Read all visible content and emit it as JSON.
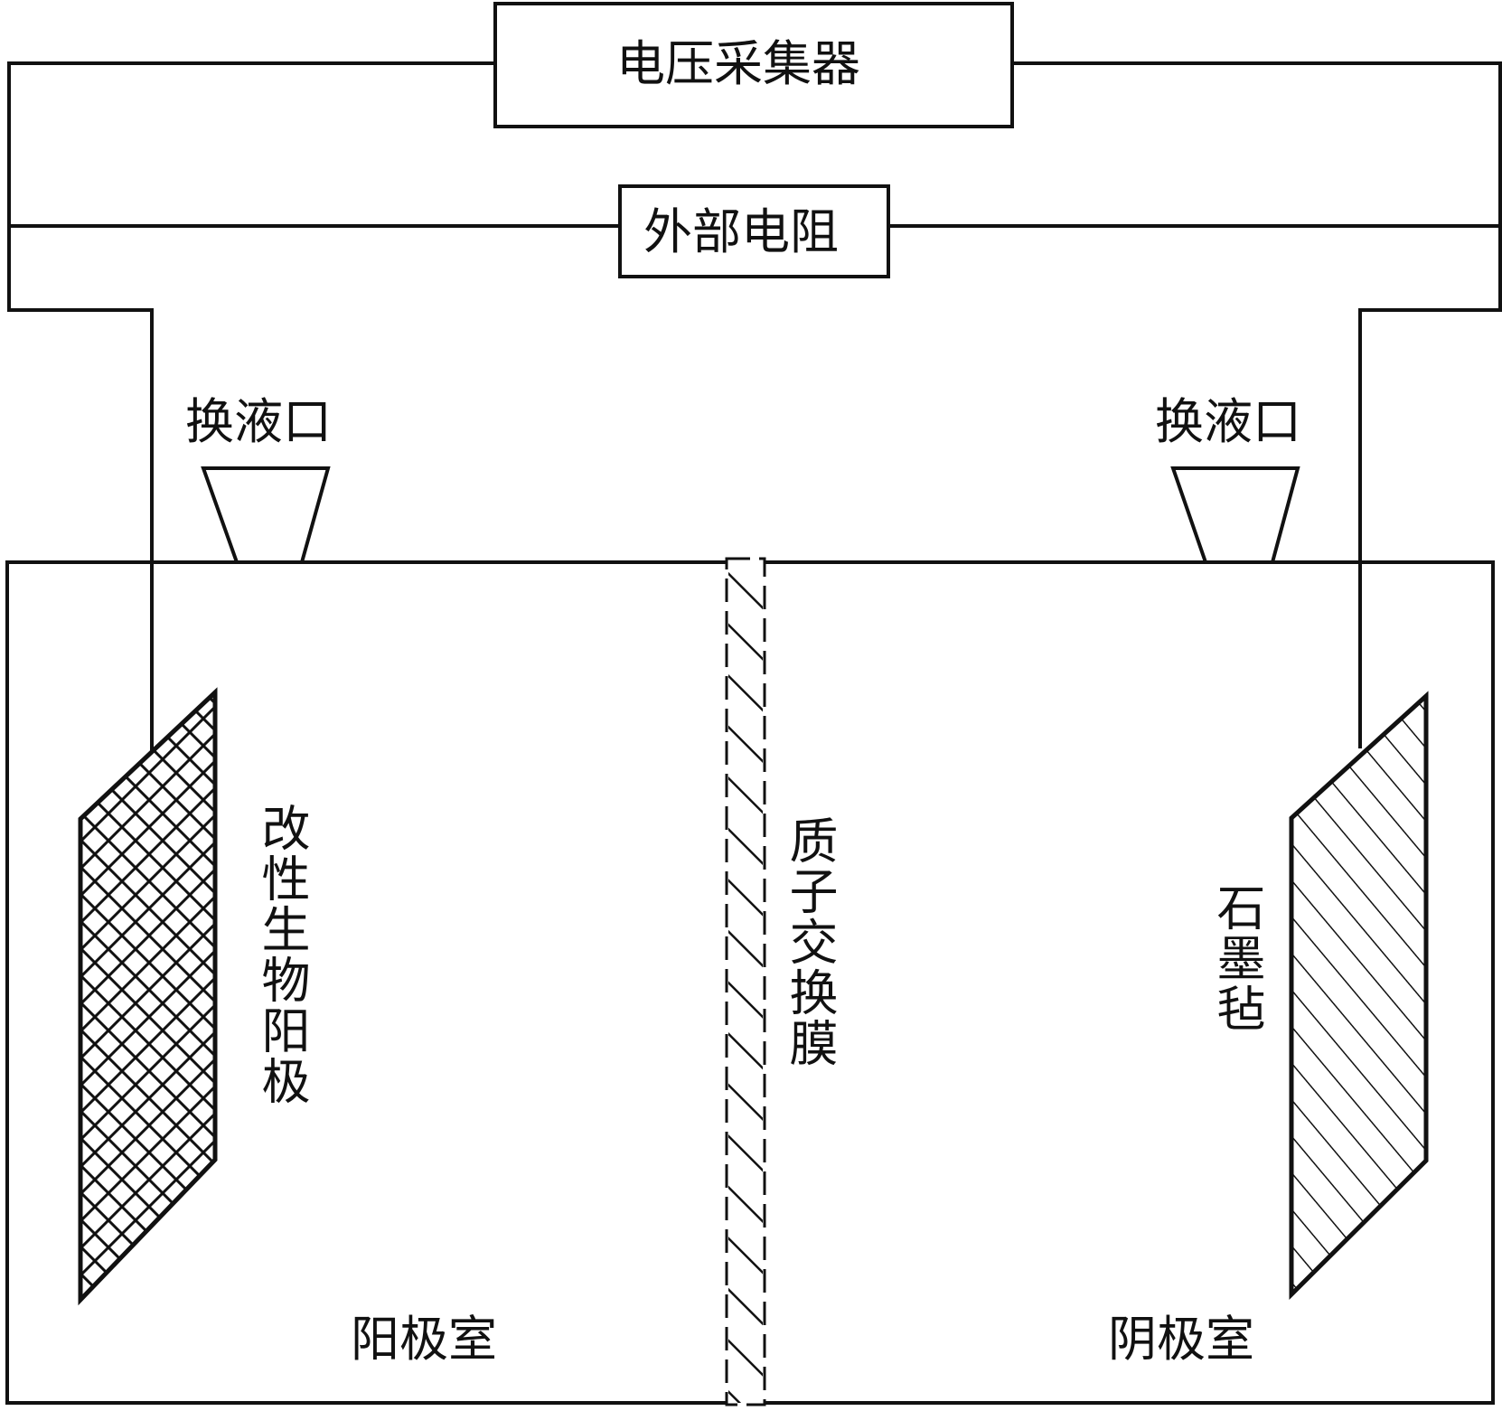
{
  "labels": {
    "voltage_collector": "电压采集器",
    "external_resistor": "外部电阻",
    "left_port": "换液口",
    "right_port": "换液口",
    "modified_bioanode": "改性生物阳极",
    "proton_exchange_membrane": "质子交换膜",
    "graphite_felt": "石墨毡",
    "anode_chamber": "阳极室",
    "cathode_chamber": "阴极室"
  },
  "colors": {
    "line": "#111111",
    "background": "#ffffff"
  }
}
